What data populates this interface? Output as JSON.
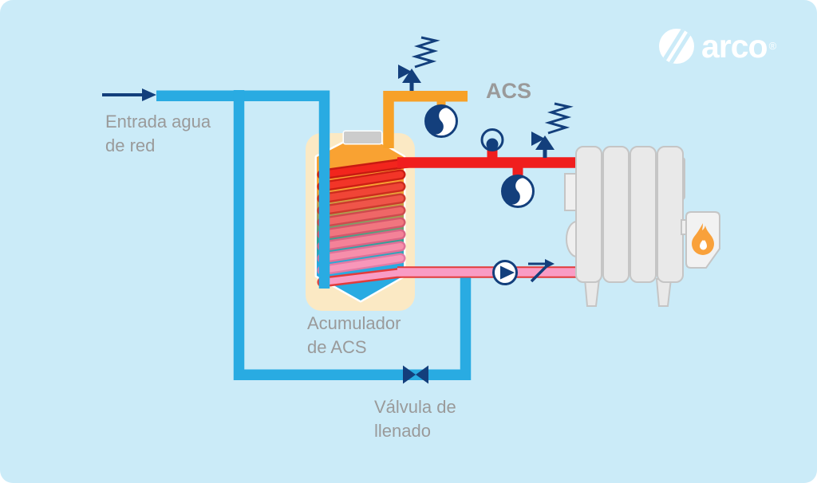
{
  "canvas": {
    "background_color": "#CBEBF8",
    "page_background": "#FFFFFF"
  },
  "brand": {
    "logo_text": "arco",
    "registered_mark": "®",
    "logo_color": "#FFFFFF"
  },
  "labels": {
    "water_inlet": {
      "line1": "Entrada agua",
      "line2": "de red"
    },
    "accumulator": {
      "line1": "Acumulador",
      "line2": "de ACS"
    },
    "filling_valve": {
      "line1": "Válvula de",
      "line2": "llenado"
    },
    "hot_water_output": "ACS"
  },
  "colors": {
    "cold_water_pipe": "#29ABE2",
    "hot_flow_pipe": "#F01E1E",
    "heating_return_pipe_fill": "#F99CC4",
    "heating_return_pipe_edge": "#E23B3B",
    "acs_output_pipe": "#F7A128",
    "tank_insulation": "#FBE9C4",
    "tank_top": "#F9A232",
    "tank_bottom": "#29ABE2",
    "symbol_navy": "#133F7C",
    "label_gray": "#9A9A9A",
    "boiler_body": "#E9E9E9",
    "boiler_outline": "#C5C5C5",
    "flame": "#F9A13B"
  },
  "icons": [
    "arco-logo-icon",
    "flow-arrow-icon",
    "safety-valve-icon",
    "pump-icon",
    "air-vent-icon",
    "circulator-pump-icon",
    "check-valve-icon",
    "shutoff-valve-icon",
    "flame-icon"
  ]
}
